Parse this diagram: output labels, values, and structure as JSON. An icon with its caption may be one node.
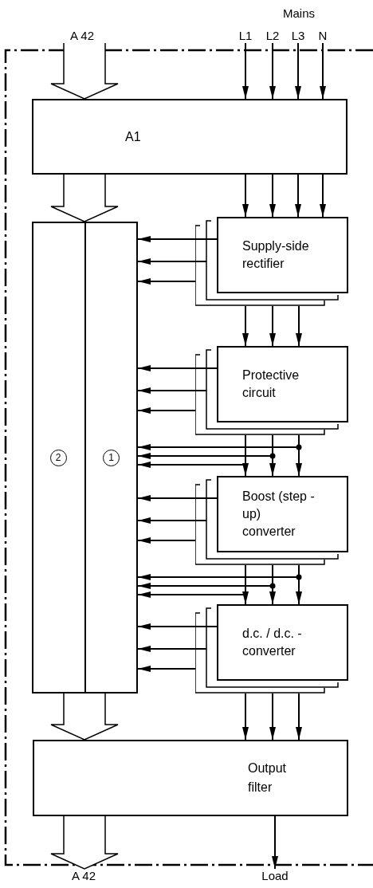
{
  "diagram": {
    "nodes": [
      {
        "text": [
          "A1"
        ]
      },
      {
        "text": [],
        "shape": "box"
      },
      {
        "text": [
          "2"
        ],
        "in": 1
      },
      {
        "text": [
          "1"
        ],
        "in": 1
      },
      {
        "text": [
          "Supply-side rectifier"
        ]
      },
      {
        "text": [
          "Protective circuit"
        ]
      },
      {
        "text": [
          "Boost (step - up) converter"
        ]
      },
      {
        "text": [
          "d.c. / d.c. - converter"
        ]
      },
      {
        "text": [
          "Output filter"
        ]
      },
      {
        "text": [
          "A 42"
        ]
      },
      {
        "text": [
          "L1"
        ]
      },
      {
        "text": [
          "L2"
        ]
      },
      {
        "text": [
          "L3"
        ]
      },
      {
        "text": [
          "N"
        ]
      },
      {
        "text": [
          "A 42"
        ]
      },
      {
        "text": [
          "Load"
        ]
      }
    ],
    "edges": [
      {
        "from": 9,
        "to": 0,
        "arrow": "to",
        "style": "thick"
      },
      {
        "from": 10,
        "to": 0,
        "arrow": "to"
      },
      {
        "from": 11,
        "to": 0,
        "arrow": "to"
      },
      {
        "from": 12,
        "to": 0,
        "arrow": "to"
      },
      {
        "from": 13,
        "to": 0,
        "arrow": "to"
      },
      {
        "from": 0,
        "to": 1,
        "arrow": "to",
        "style": "thick"
      },
      {
        "from": 0,
        "to": 4,
        "arrow": "to"
      },
      {
        "from": 0,
        "to": 4,
        "arrow": "to"
      },
      {
        "from": 0,
        "to": 4,
        "arrow": "to"
      },
      {
        "from": 0,
        "to": 4,
        "arrow": "to"
      },
      {
        "from": 4,
        "to": 3,
        "arrow": "to"
      },
      {
        "from": 4,
        "to": 3,
        "arrow": "to"
      },
      {
        "from": 4,
        "to": 3,
        "arrow": "to"
      },
      {
        "from": 4,
        "to": 5,
        "arrow": "to"
      },
      {
        "from": 4,
        "to": 5,
        "arrow": "to"
      },
      {
        "from": 4,
        "to": 5,
        "arrow": "to"
      },
      {
        "from": 5,
        "to": 3,
        "arrow": "to"
      },
      {
        "from": 5,
        "to": 3,
        "arrow": "to"
      },
      {
        "from": 5,
        "to": 3,
        "arrow": "to"
      },
      {
        "from": 5,
        "to": 3,
        "arrow": "to"
      },
      {
        "from": 5,
        "to": 3,
        "arrow": "to"
      },
      {
        "from": 5,
        "to": 3,
        "arrow": "to"
      },
      {
        "from": 5,
        "to": 6,
        "arrow": "to"
      },
      {
        "from": 5,
        "to": 6,
        "arrow": "to"
      },
      {
        "from": 5,
        "to": 6,
        "arrow": "to"
      },
      {
        "from": 6,
        "to": 3,
        "arrow": "to"
      },
      {
        "from": 6,
        "to": 3,
        "arrow": "to"
      },
      {
        "from": 6,
        "to": 3,
        "arrow": "to"
      },
      {
        "from": 6,
        "to": 3,
        "arrow": "to"
      },
      {
        "from": 6,
        "to": 3,
        "arrow": "to"
      },
      {
        "from": 6,
        "to": 3,
        "arrow": "to"
      },
      {
        "from": 6,
        "to": 7,
        "arrow": "to"
      },
      {
        "from": 6,
        "to": 7,
        "arrow": "to"
      },
      {
        "from": 6,
        "to": 7,
        "arrow": "to"
      },
      {
        "from": 7,
        "to": 3,
        "arrow": "to"
      },
      {
        "from": 7,
        "to": 3,
        "arrow": "to"
      },
      {
        "from": 7,
        "to": 3,
        "arrow": "to"
      },
      {
        "from": 7,
        "to": 8,
        "arrow": "to"
      },
      {
        "from": 7,
        "to": 8,
        "arrow": "to"
      },
      {
        "from": 7,
        "to": 8,
        "arrow": "to"
      },
      {
        "from": 1,
        "to": 8,
        "arrow": "to",
        "style": "thick"
      },
      {
        "from": 8,
        "to": 14,
        "arrow": "to",
        "style": "thick"
      },
      {
        "from": 8,
        "to": 15,
        "arrow": "to"
      }
    ],
    "labels": [
      "Mains"
    ]
  }
}
